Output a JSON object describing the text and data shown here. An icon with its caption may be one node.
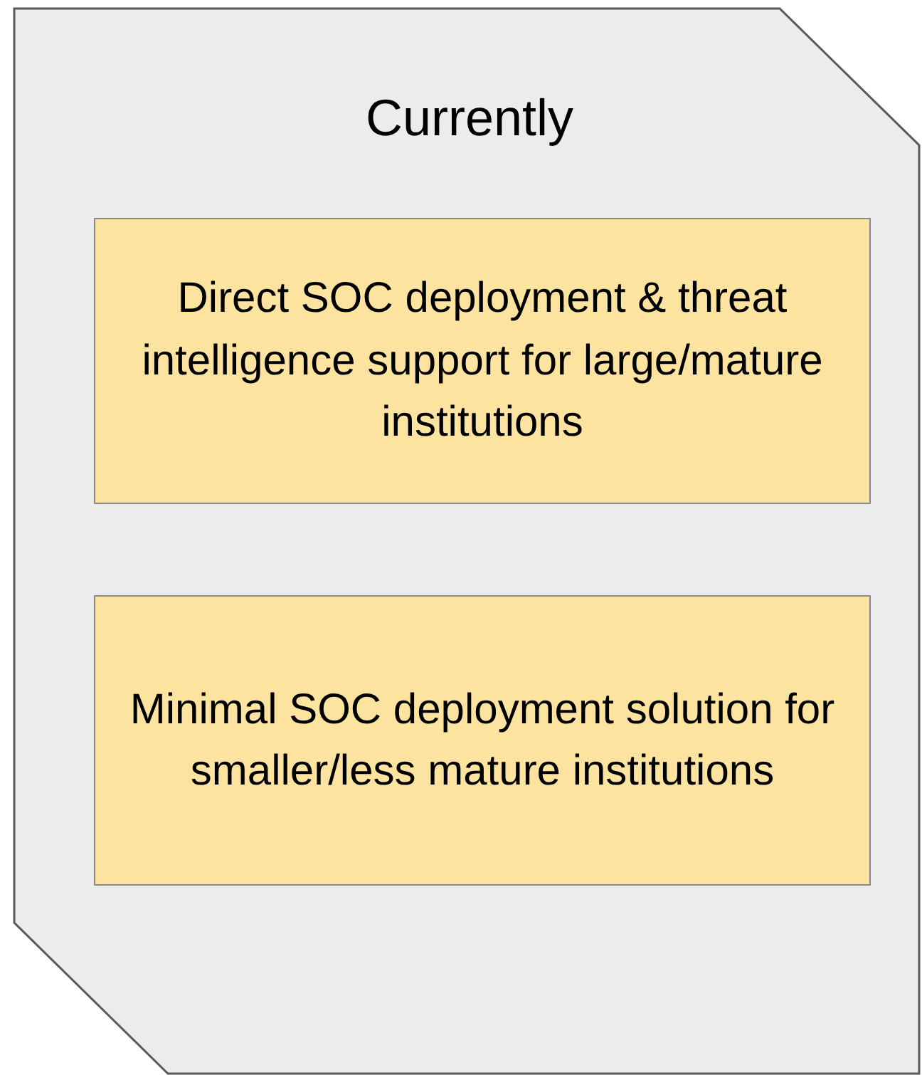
{
  "diagram": {
    "nodes": [
      {
        "text": [
          "Currently"
        ]
      },
      {
        "text": [
          "Direct SOC deployment & threat intelligence support for large/mature institutions"
        ],
        "in": 0
      },
      {
        "text": [
          "Minimal SOC deployment solution for smaller/less mature institutions"
        ],
        "in": 0
      }
    ]
  }
}
